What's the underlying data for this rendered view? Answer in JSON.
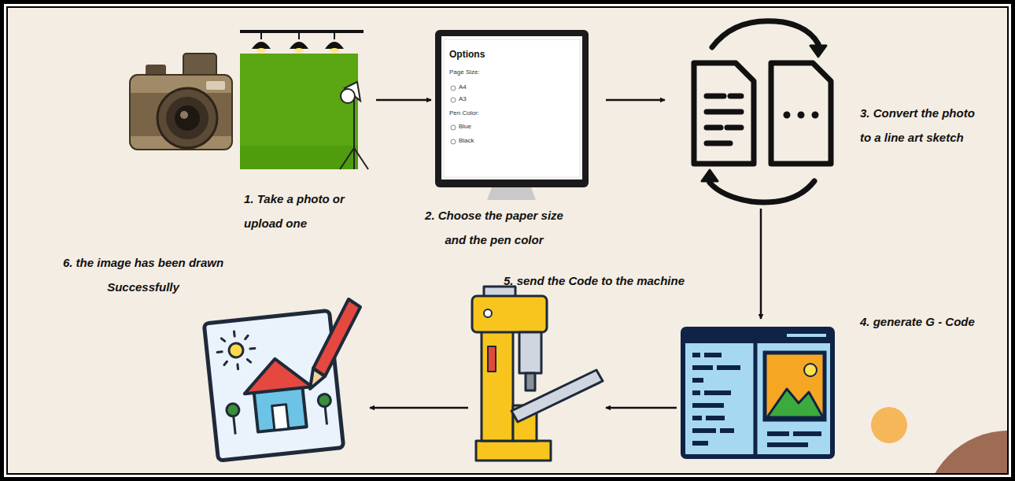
{
  "diagram": {
    "nodes": [
      {
        "text": [
          "1. Take a photo or upload one"
        ]
      },
      {
        "text": [
          "2. Choose the paper size and the pen color"
        ]
      },
      {
        "text": [
          "3. Convert the photo to a line art sketch"
        ]
      },
      {
        "text": [
          "4. generate G - Code"
        ]
      },
      {
        "text": [
          "5. send the Code to the machine"
        ]
      },
      {
        "text": [
          "6. the image has been drawn Successfully"
        ]
      }
    ],
    "edges": [
      {
        "from": 0,
        "to": 1,
        "arrow": "to"
      },
      {
        "from": 1,
        "to": 2,
        "arrow": "to"
      },
      {
        "from": 2,
        "to": 3,
        "arrow": "to"
      },
      {
        "from": 3,
        "to": 4,
        "arrow": "to"
      },
      {
        "from": 4,
        "to": 5,
        "arrow": "to"
      }
    ],
    "labels": [
      "Options",
      "Page Size:",
      "A4",
      "A3",
      "Pen Color:",
      "Blue",
      "Black"
    ]
  }
}
